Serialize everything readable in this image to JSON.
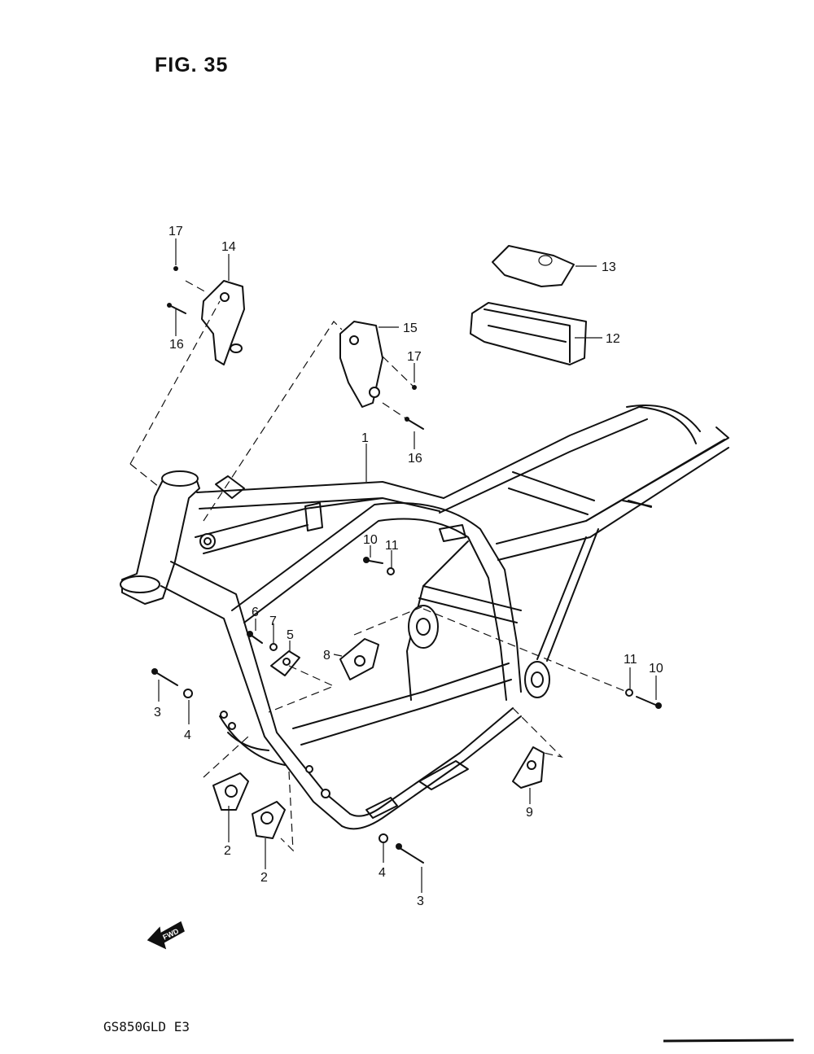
{
  "figure": {
    "title": "FIG. 35",
    "model": "GS850GLD  E3",
    "direction_label": "FWD"
  },
  "callouts": [
    {
      "id": "1",
      "label": "1"
    },
    {
      "id": "2a",
      "label": "2"
    },
    {
      "id": "2b",
      "label": "2"
    },
    {
      "id": "3a",
      "label": "3"
    },
    {
      "id": "3b",
      "label": "3"
    },
    {
      "id": "4a",
      "label": "4"
    },
    {
      "id": "4b",
      "label": "4"
    },
    {
      "id": "5",
      "label": "5"
    },
    {
      "id": "6",
      "label": "6"
    },
    {
      "id": "7",
      "label": "7"
    },
    {
      "id": "8",
      "label": "8"
    },
    {
      "id": "9",
      "label": "9"
    },
    {
      "id": "10a",
      "label": "10"
    },
    {
      "id": "10b",
      "label": "10"
    },
    {
      "id": "11a",
      "label": "11"
    },
    {
      "id": "11b",
      "label": "11"
    },
    {
      "id": "12",
      "label": "12"
    },
    {
      "id": "13",
      "label": "13"
    },
    {
      "id": "14",
      "label": "14"
    },
    {
      "id": "15",
      "label": "15"
    },
    {
      "id": "16a",
      "label": "16"
    },
    {
      "id": "16b",
      "label": "16"
    },
    {
      "id": "17a",
      "label": "17"
    },
    {
      "id": "17b",
      "label": "17"
    }
  ]
}
